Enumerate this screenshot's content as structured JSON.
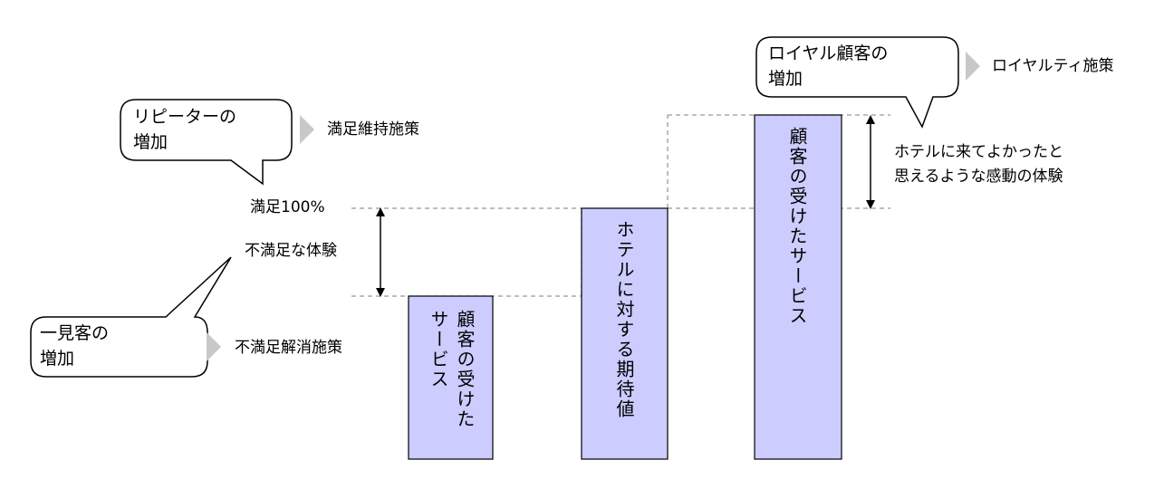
{
  "callouts": {
    "repeater": {
      "line1": "リピーターの",
      "line2": "増加",
      "measure": "満足維持施策"
    },
    "loyal": {
      "line1": "ロイヤル顧客の",
      "line2": "増加",
      "measure": "ロイヤルティ施策"
    },
    "first_time": {
      "line1": "一見客の",
      "line2": "増加",
      "measure": "不満足解消施策"
    }
  },
  "labels": {
    "satisfied_100": "満足100%",
    "dissatisfied_experience": "不満足な体験",
    "moving_experience_line1": "ホテルに来てよかったと",
    "moving_experience_line2": "思えるような感動の体験"
  },
  "bars": {
    "received_low_col1": "顧客の受けた",
    "received_low_col2": "サービス",
    "expectation": "ホテルに対する期待値",
    "received_high": "顧客の受けたサービス"
  },
  "colors": {
    "bar_fill": "#ccccff",
    "dashed": "#999999",
    "arrow_gray": "#c8c8c8"
  }
}
